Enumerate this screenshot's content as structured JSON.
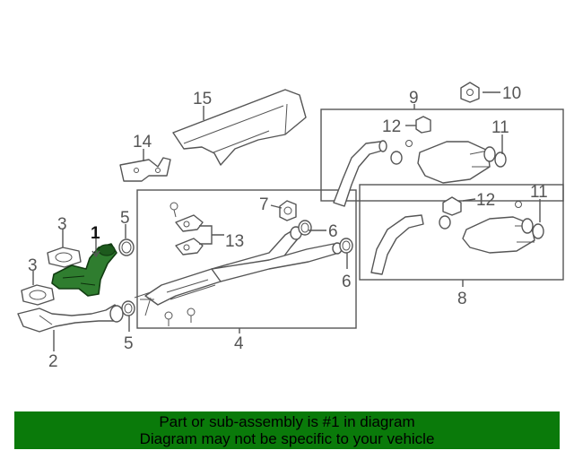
{
  "callouts": {
    "c1": "1",
    "c2": "2",
    "c3a": "3",
    "c3b": "3",
    "c4": "4",
    "c5a": "5",
    "c5b": "5",
    "c6a": "6",
    "c6b": "6",
    "c7": "7",
    "c8": "8",
    "c9": "9",
    "c10": "10",
    "c11a": "11",
    "c11b": "11",
    "c12a": "12",
    "c12b": "12",
    "c13": "13",
    "c14": "14",
    "c15": "15"
  },
  "banner": {
    "line1": "Part or sub-assembly is #1 in diagram",
    "line2": "Diagram may not be specific to your vehicle"
  },
  "colors": {
    "highlight_part": "#2f7d2f",
    "banner_bg": "#0a7a0a",
    "line": "#555555"
  },
  "highlighted_part": "1"
}
